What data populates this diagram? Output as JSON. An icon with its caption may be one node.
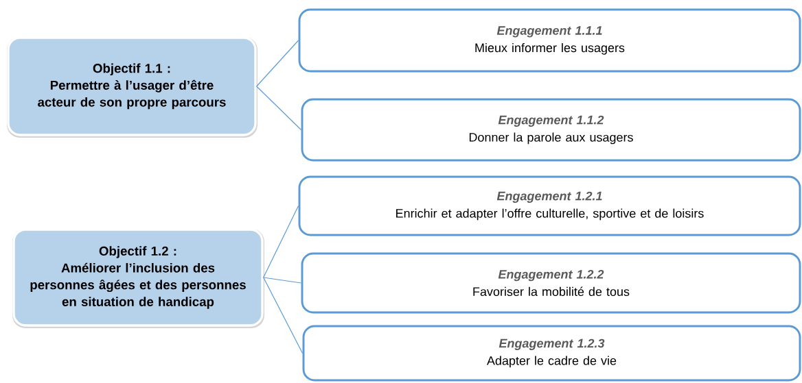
{
  "diagram": {
    "nodes": [
      {
        "text": [
          "Objectif 1.1 :",
          "Permettre à l’usager d’être acteur de son propre parcours"
        ]
      },
      {
        "text": [
          "Engagement 1.1.1",
          "Mieux informer les usagers"
        ]
      },
      {
        "text": [
          "Engagement 1.1.2",
          "Donner la parole aux usagers"
        ]
      },
      {
        "text": [
          "Objectif 1.2 :",
          "Améliorer l’inclusion des personnes âgées et des personnes en situation de handicap"
        ]
      },
      {
        "text": [
          "Engagement 1.2.1",
          "Enrichir et adapter l’offre culturelle, sportive et de loisirs"
        ]
      },
      {
        "text": [
          "Engagement 1.2.2",
          "Favoriser la mobilité de tous"
        ]
      },
      {
        "text": [
          "Engagement 1.2.3",
          "Adapter le cadre de vie"
        ]
      }
    ],
    "edges": [
      {
        "from": 0,
        "to": 1,
        "arrow": "none"
      },
      {
        "from": 0,
        "to": 2,
        "arrow": "none"
      },
      {
        "from": 3,
        "to": 4,
        "arrow": "none"
      },
      {
        "from": 3,
        "to": 5,
        "arrow": "none"
      },
      {
        "from": 3,
        "to": 6,
        "arrow": "none"
      }
    ]
  }
}
